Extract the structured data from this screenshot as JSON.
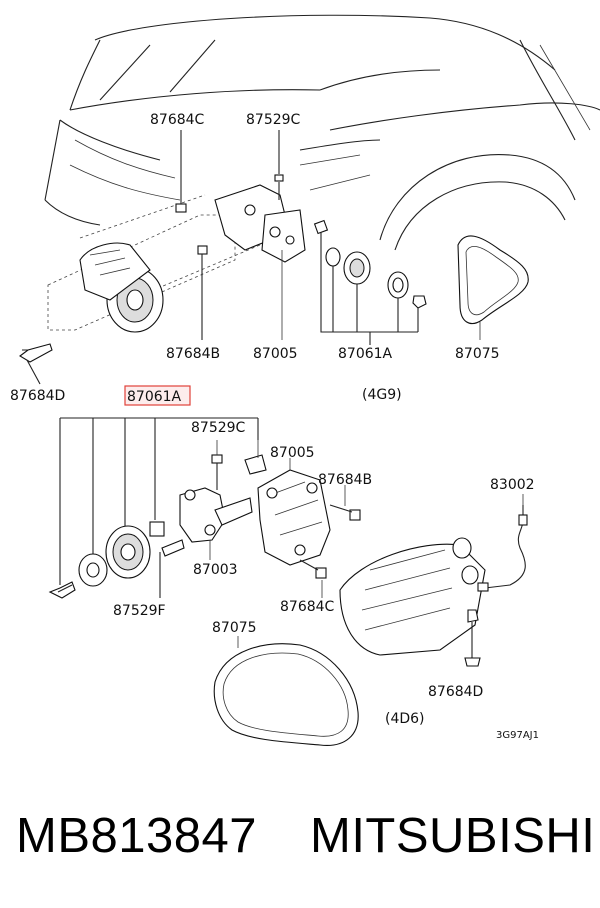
{
  "diagram": {
    "labels": {
      "l1": "87684C",
      "l2": "87529C",
      "l3": "87684B",
      "l4": "87005",
      "l5": "87061A",
      "l6": "87075",
      "l7": "87684D",
      "l8": "87061A",
      "l9": "(4G9)",
      "l10": "87529C",
      "l11": "87005",
      "l12": "87684B",
      "l13": "83002",
      "l14": "87003",
      "l15": "87529F",
      "l16": "87684C",
      "l17": "87075",
      "l18": "87684D",
      "l19": "(4D6)",
      "l20": "3G97AJ1"
    },
    "highlight_color": "#e0413a"
  },
  "footer": {
    "part_number": "MB813847",
    "brand": "MITSUBISHI"
  }
}
